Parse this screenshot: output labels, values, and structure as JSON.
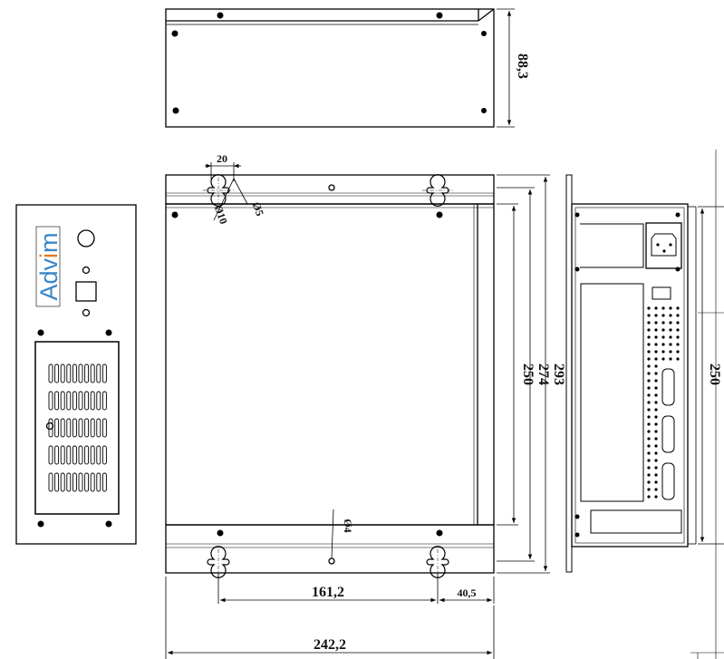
{
  "dimensions": {
    "height": "88,3",
    "flange_offset": "20",
    "hole_d10": "Ø10",
    "hole_d5": "Ø5",
    "hole_d4": "Ø4",
    "depth_250": "250",
    "depth_274": "274",
    "depth_293": "293",
    "side_250": "250",
    "hole_spacing": "161,2",
    "hole_edge": "40,5",
    "overall_width": "242,2"
  },
  "front_panel": {
    "logo_parts": [
      "Adv",
      "i",
      "m"
    ],
    "logo_colors": [
      "#3a86c8",
      "#e07a1c",
      "#3a86c8"
    ]
  }
}
